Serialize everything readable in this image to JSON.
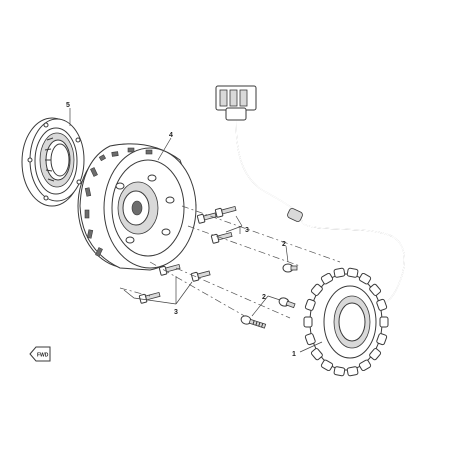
{
  "diagram": {
    "callouts": [
      {
        "id": "stator",
        "label": "1"
      },
      {
        "id": "bolt-upper",
        "label": "2"
      },
      {
        "id": "bolt-lower",
        "label": "2"
      },
      {
        "id": "screws-upper",
        "label": "3"
      },
      {
        "id": "screws-lower",
        "label": "3"
      },
      {
        "id": "flywheel",
        "label": "4"
      },
      {
        "id": "starter-clutch",
        "label": "5"
      }
    ],
    "front_badge": "FWD",
    "colors": {
      "ink": "#3a3a3a",
      "fill_light": "#d9d9d9",
      "fill_dark": "#6d6d6d",
      "background": "#ffffff"
    }
  }
}
